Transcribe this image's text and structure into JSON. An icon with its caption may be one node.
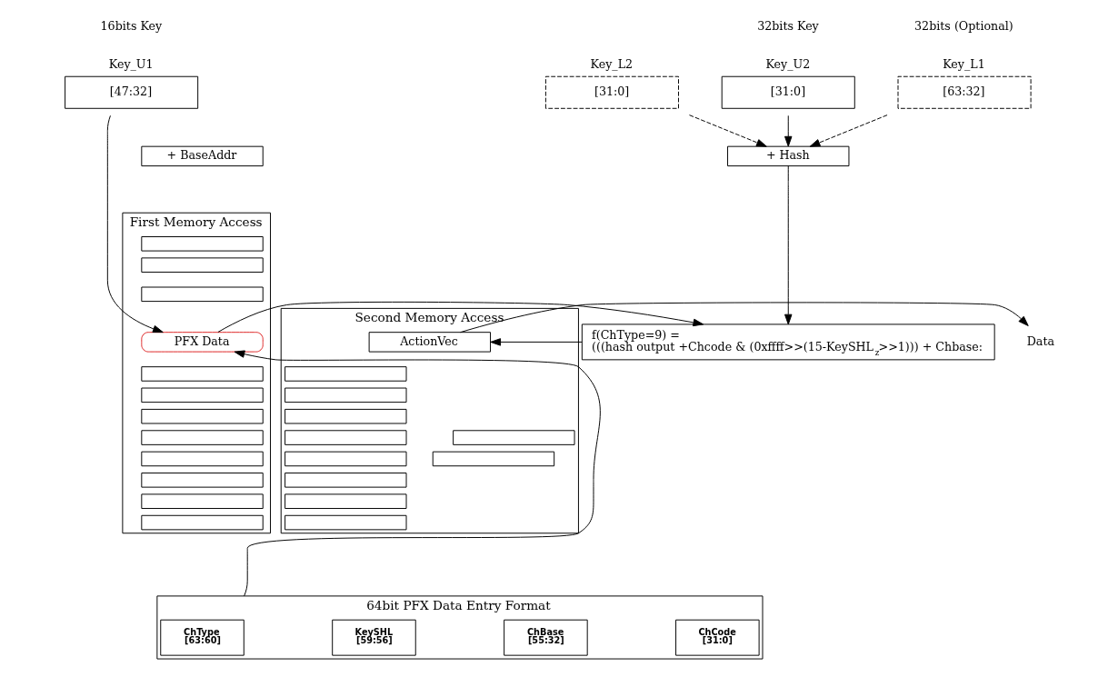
{
  "diagram": {
    "nodes": [
      {
        "text": [
          "Key_U1",
          "[47:32]"
        ]
      },
      {
        "text": [
          "Key_U2",
          "[31:0]"
        ]
      },
      {
        "text": [
          "Key_L1",
          "[63:32]"
        ]
      },
      {
        "text": [
          "Key_L2",
          "[31:0]"
        ]
      },
      {
        "text": [
          "+ BaseAddr"
        ]
      },
      {
        "text": [
          "+ Hash"
        ]
      },
      {
        "text": [
          "First Memory Access"
        ]
      },
      {
        "text": [],
        "shape": "box",
        "in": 6
      },
      {
        "text": [],
        "shape": "box",
        "in": 6
      },
      {
        "text": [],
        "shape": "box",
        "in": 6
      },
      {
        "text": [
          "PFX Data"
        ],
        "in": 6
      },
      {
        "text": [],
        "shape": "box",
        "in": 6
      },
      {
        "text": [],
        "shape": "box",
        "in": 6
      },
      {
        "text": [],
        "shape": "box",
        "in": 6
      },
      {
        "text": [],
        "shape": "box",
        "in": 6
      },
      {
        "text": [],
        "shape": "box",
        "in": 6
      },
      {
        "text": [],
        "shape": "box",
        "in": 6
      },
      {
        "text": [],
        "shape": "box",
        "in": 6
      },
      {
        "text": [],
        "shape": "box",
        "in": 6
      },
      {
        "text": [
          "f(ChType=9) =",
          "(((hash output +Chcode & (0xffff>>(15-KeySHL$_{z}$>>1))) + Chbase:"
        ]
      },
      {
        "text": [
          "Second Memory Access"
        ]
      },
      {
        "text": [],
        "shape": "box",
        "in": 20
      },
      {
        "text": [],
        "shape": "box",
        "in": 20
      },
      {
        "text": [
          "ActionVec"
        ],
        "in": 20
      },
      {
        "text": [],
        "shape": "box",
        "in": 20
      },
      {
        "text": [],
        "shape": "box",
        "in": 20
      },
      {
        "text": [],
        "shape": "box",
        "in": 20
      },
      {
        "text": [],
        "shape": "box",
        "in": 20
      },
      {
        "text": [],
        "shape": "box",
        "in": 20
      },
      {
        "text": [],
        "shape": "box",
        "in": 20
      },
      {
        "text": [],
        "shape": "box",
        "in": 20
      },
      {
        "text": [],
        "shape": "box",
        "in": 20
      },
      {
        "text": [
          "Data"
        ]
      },
      {
        "text": [
          "64bit PFX Data Entry Format"
        ]
      },
      {
        "text": [
          "ChType",
          "[63:60]"
        ],
        "in": 33
      },
      {
        "text": [
          "KeySHL",
          "[59:56]"
        ],
        "in": 33
      },
      {
        "text": [
          "ChBase",
          "[55:32]"
        ],
        "in": 33
      },
      {
        "text": [
          "ChCode",
          "[31:0]"
        ],
        "in": 33
      }
    ],
    "edges": [
      {
        "from": 0,
        "to": 10,
        "arrow": "to"
      },
      {
        "from": 1,
        "to": 5,
        "arrow": "to"
      },
      {
        "from": 2,
        "to": 5,
        "arrow": "to",
        "style": "dashed"
      },
      {
        "from": 3,
        "to": 5,
        "arrow": "to",
        "style": "dashed"
      },
      {
        "from": 5,
        "to": 19,
        "arrow": "to"
      },
      {
        "from": 10,
        "to": 19,
        "arrow": "to"
      },
      {
        "from": 19,
        "to": 23,
        "arrow": "to"
      },
      {
        "from": 23,
        "to": 32,
        "arrow": "to"
      },
      {
        "from": 33,
        "to": 10,
        "arrow": "to"
      }
    ],
    "labels": [
      "16bits Key",
      "32bits Key",
      "32bits (Optional)"
    ]
  }
}
